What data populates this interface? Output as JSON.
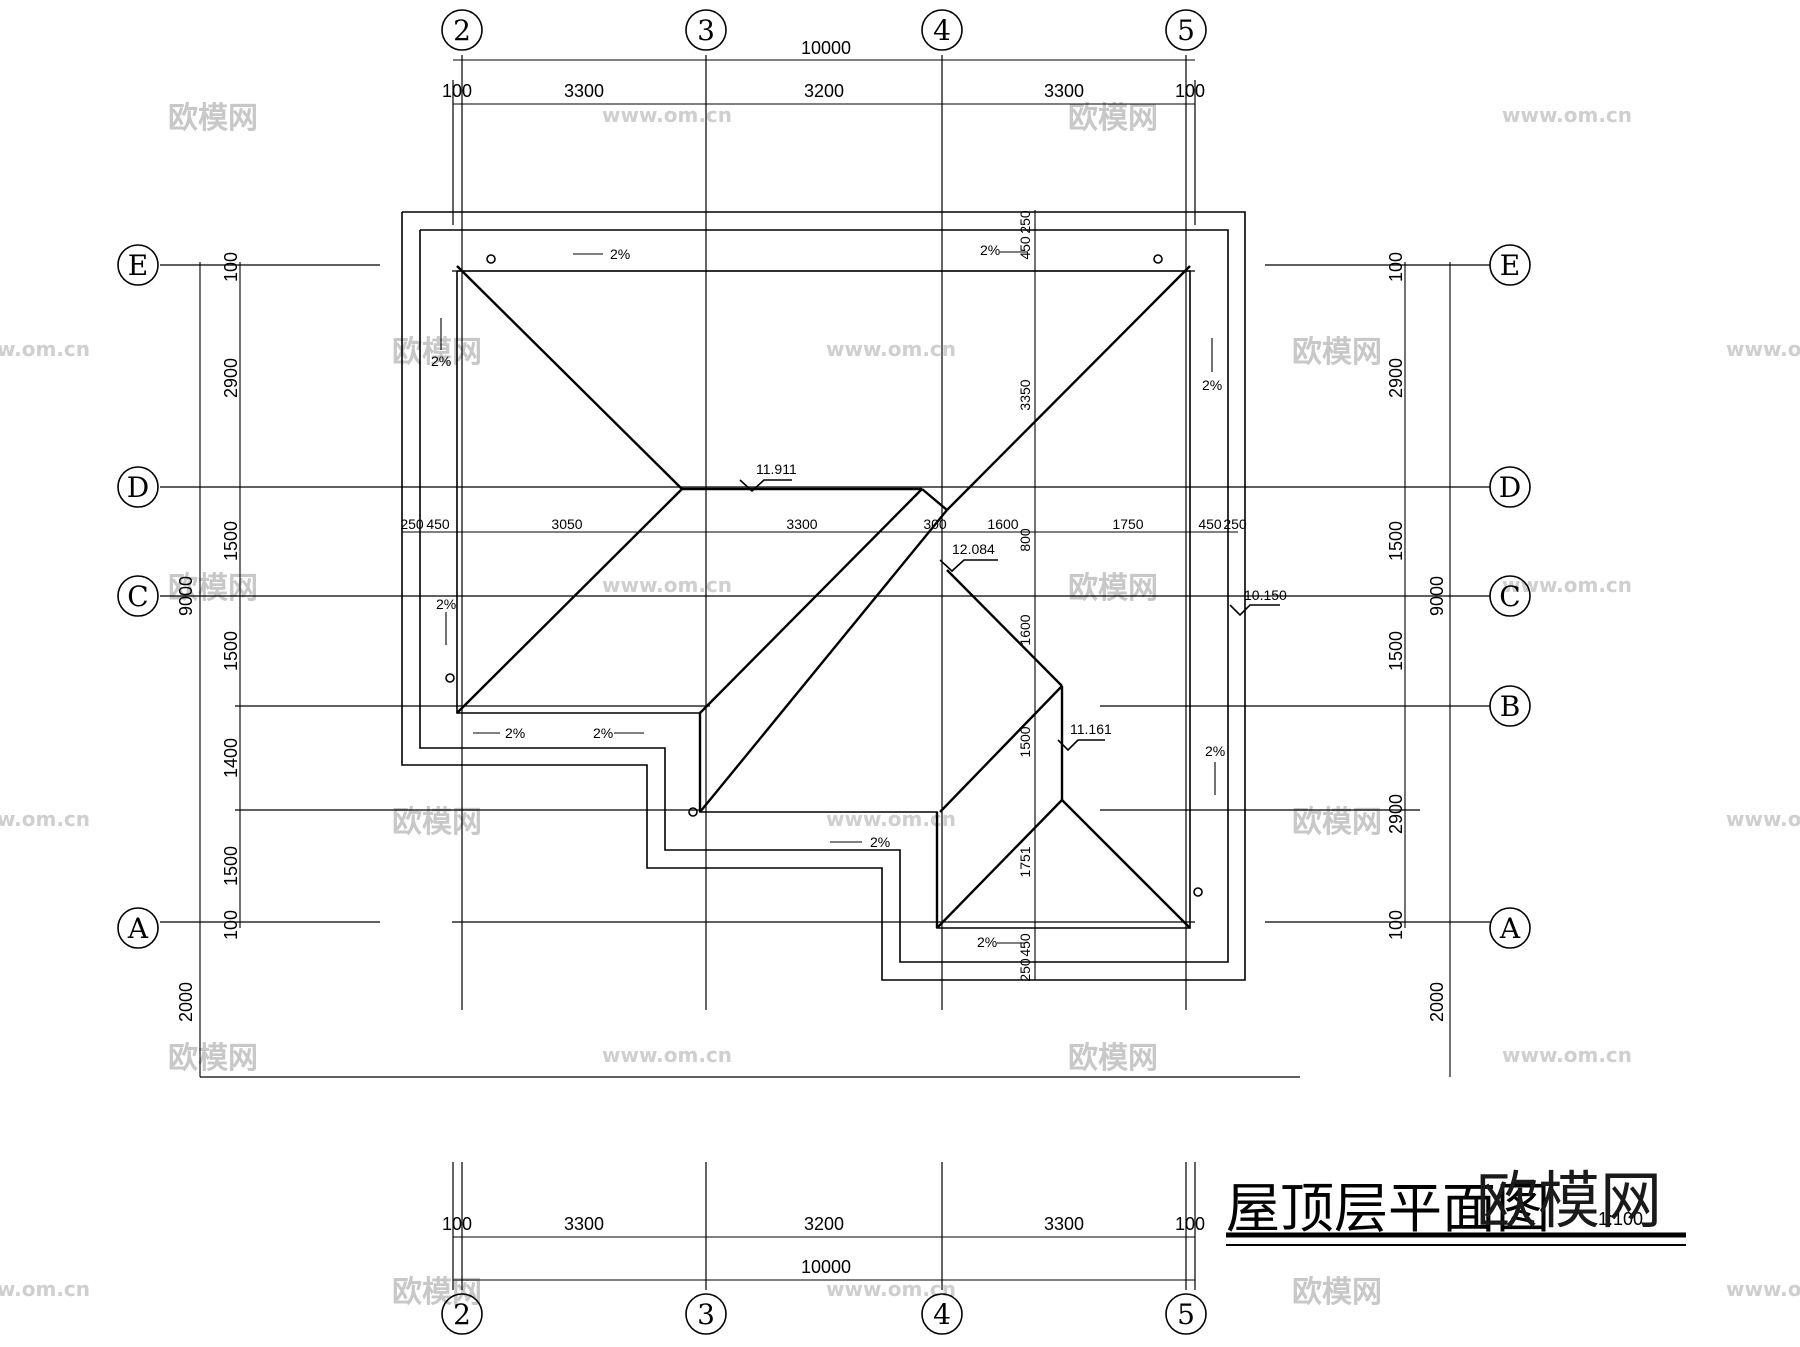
{
  "title": "屋顶层平面图",
  "scale": "1:100",
  "brand": "欧模网",
  "watermark_site": "www.om.cn",
  "axes": {
    "cols": [
      "2",
      "3",
      "4",
      "5"
    ],
    "rows": [
      "E",
      "D",
      "C",
      "B",
      "A"
    ]
  },
  "dims": {
    "top_total": "10000",
    "bottom_total": "10000",
    "top_segments": [
      "100",
      "3300",
      "3200",
      "3300",
      "100"
    ],
    "bottom_segments": [
      "100",
      "3300",
      "3200",
      "3300",
      "100"
    ],
    "left_total": "9000",
    "right_total": "9000",
    "left_segments": [
      "100",
      "2900",
      "1500",
      "1500",
      "1400",
      "1500",
      "100"
    ],
    "right_segments": [
      "100",
      "2900",
      "1500",
      "1500",
      "2900",
      "100"
    ],
    "left_extra": "2000",
    "right_extra": "2000",
    "mid_row": [
      "250",
      "450",
      "3050",
      "3300",
      "300",
      "1600",
      "1750",
      "450",
      "250"
    ],
    "inner_vertical": [
      "450",
      "250",
      "3350",
      "800",
      "1600",
      "1500",
      "1751",
      "450",
      "250"
    ]
  },
  "slopes": [
    "2%",
    "2%",
    "2%",
    "2%",
    "2%",
    "2%",
    "2%",
    "2%",
    "2%",
    "2%"
  ],
  "elevations": [
    "11.911",
    "12.084",
    "10.150",
    "11.161"
  ]
}
